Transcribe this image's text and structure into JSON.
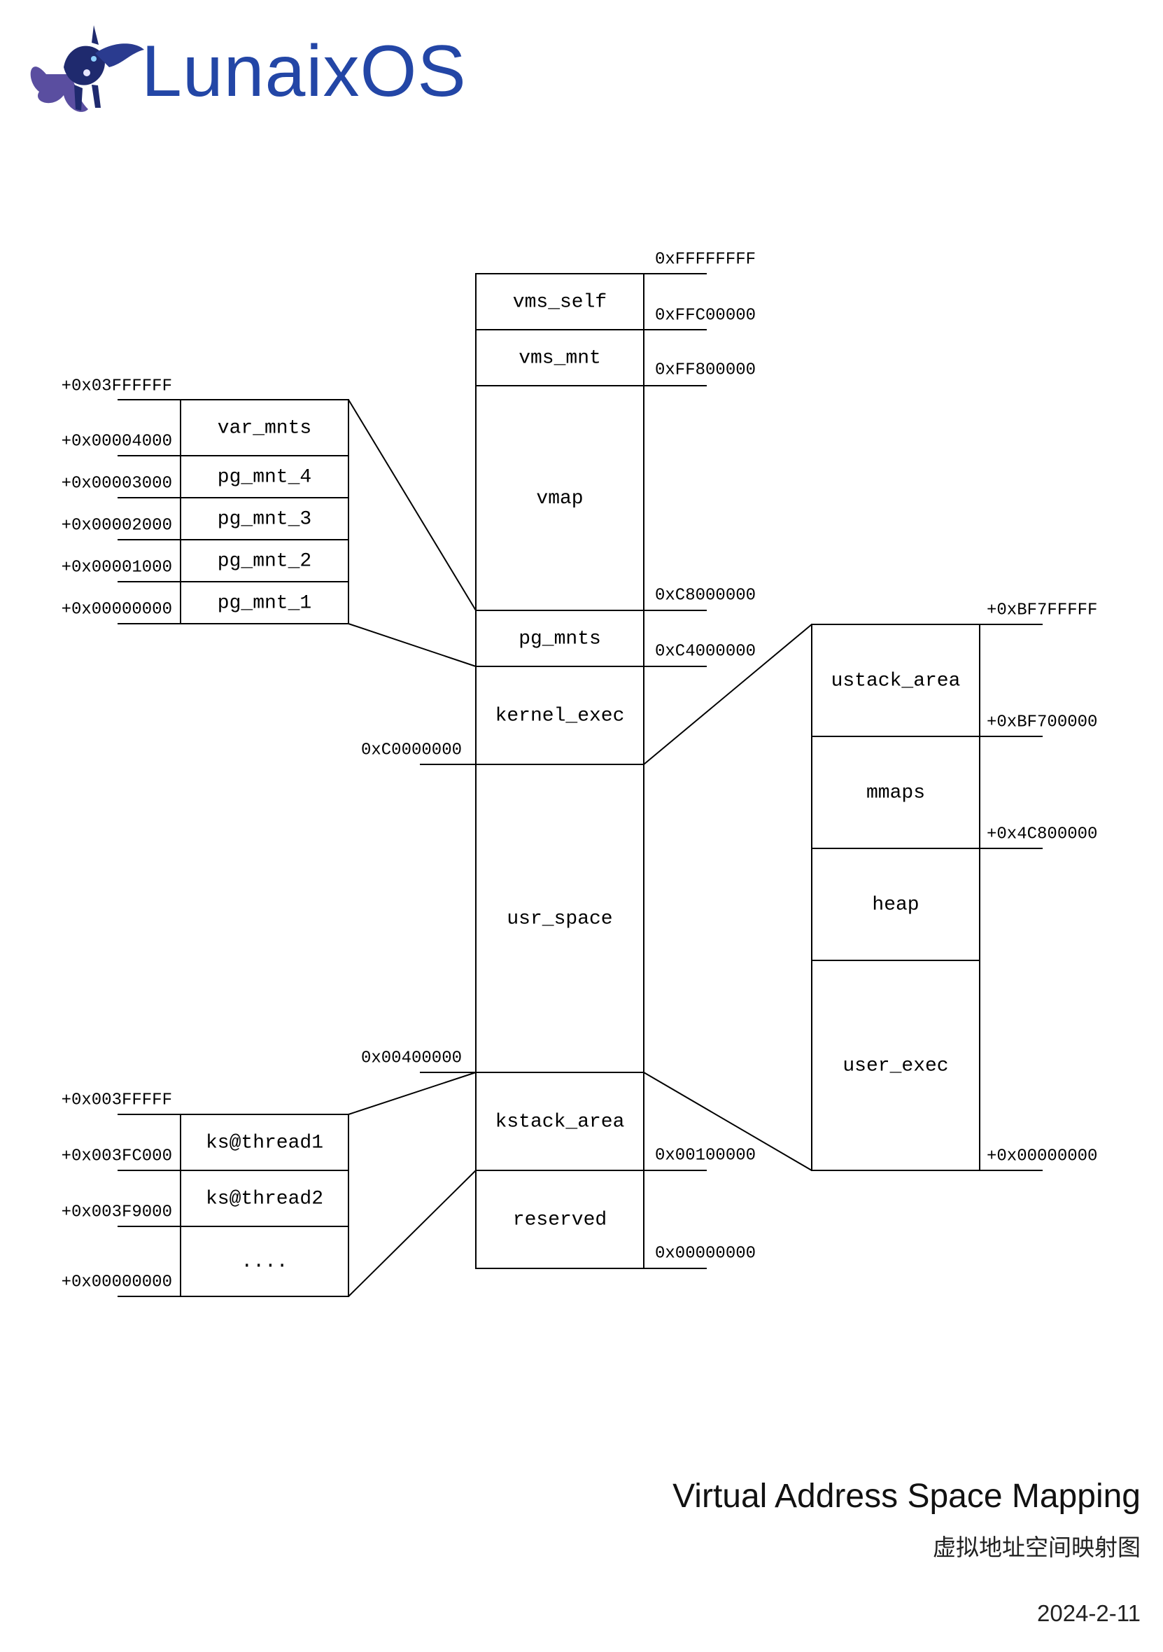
{
  "logo": {
    "text": "LunaixOS",
    "color": "#2346a6"
  },
  "title": "Virtual Address Space Mapping",
  "subtitle": "虚拟地址空间映射图",
  "date": "2024-2-11",
  "colors": {
    "line": "#000000",
    "text": "#000000"
  },
  "main_space": {
    "segments": [
      "vms_self",
      "vms_mnt",
      "vmap",
      "pg_mnts",
      "kernel_exec",
      "usr_space",
      "kstack_area",
      "reserved"
    ],
    "right_addresses": [
      "0xFFFFFFFF",
      "0xFFC00000",
      "0xFF800000",
      "0xC8000000",
      "0xC4000000",
      "0x00100000",
      "0x00000000"
    ],
    "left_addresses": [
      "0xC0000000",
      "0x00400000"
    ]
  },
  "pg_mnts_detail": {
    "segments": [
      "var_mnts",
      "pg_mnt_4",
      "pg_mnt_3",
      "pg_mnt_2",
      "pg_mnt_1"
    ],
    "offsets": [
      "+0x03FFFFFF",
      "+0x00004000",
      "+0x00003000",
      "+0x00002000",
      "+0x00001000",
      "+0x00000000"
    ]
  },
  "kstack_detail": {
    "segments": [
      "ks@thread1",
      "ks@thread2",
      "...."
    ],
    "offsets": [
      "+0x003FFFFF",
      "+0x003FC000",
      "+0x003F9000",
      "+0x00000000"
    ]
  },
  "user_detail": {
    "segments": [
      "ustack_area",
      "mmaps",
      "heap",
      "user_exec"
    ],
    "offsets": [
      "+0xBF7FFFFF",
      "+0xBF700000",
      "+0x4C800000",
      "+0x00000000"
    ]
  }
}
